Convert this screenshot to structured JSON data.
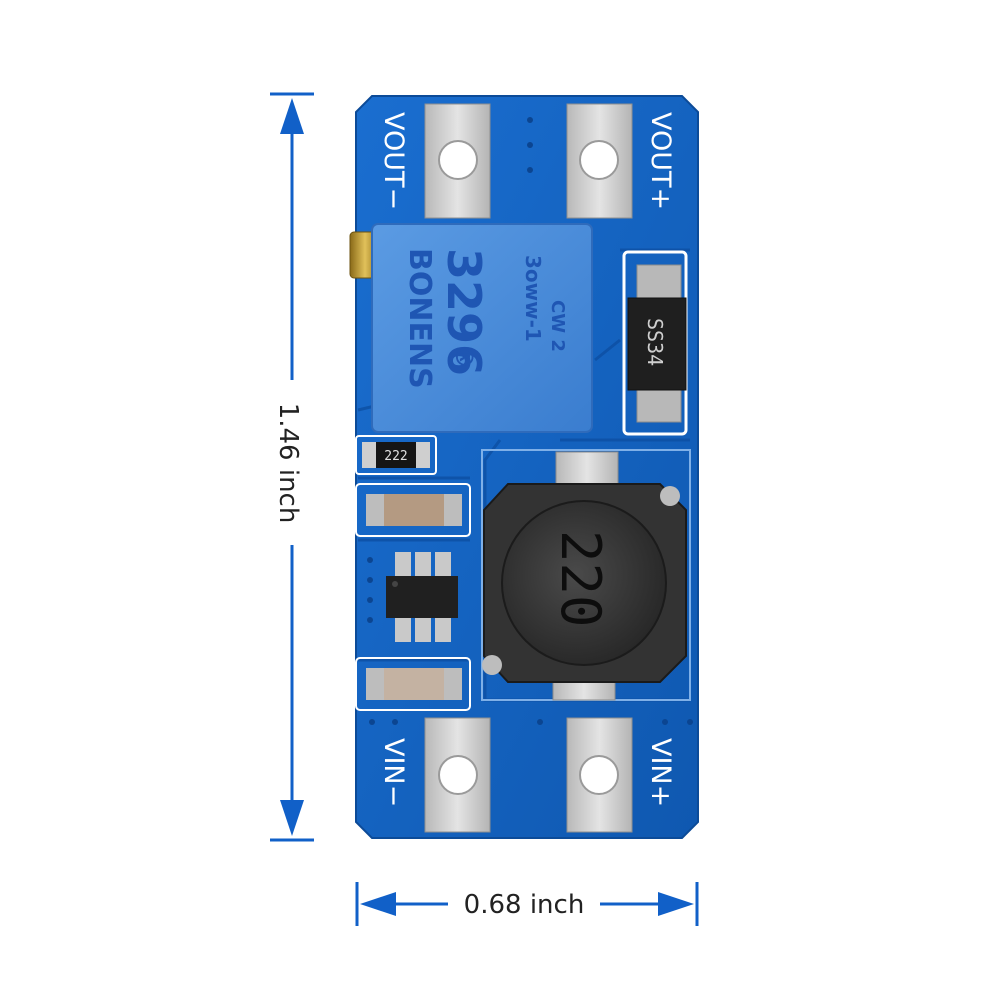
{
  "dimensions": {
    "height_label": "1.46 inch",
    "width_label": "0.68 inch"
  },
  "silkscreen": {
    "vout_minus": "VOUT−",
    "vout_plus": "VOUT+",
    "vin_minus": "VIN−",
    "vin_plus": "VIN+"
  },
  "components": {
    "potentiometer_brand": "BONENS",
    "potentiometer_model": "3296",
    "potentiometer_mark": "®",
    "potentiometer_code": "3oww-1",
    "potentiometer_code2": "CW 2",
    "diode_marking": "SS34",
    "resistor_marking": "222",
    "inductor_marking": "220"
  },
  "colors": {
    "pcb": "#1565c0",
    "pcb_dark": "#0d4a9a",
    "dimension": "#1160c8",
    "pad": "#c9c9c9",
    "potentiometer": "#3f86d8"
  }
}
